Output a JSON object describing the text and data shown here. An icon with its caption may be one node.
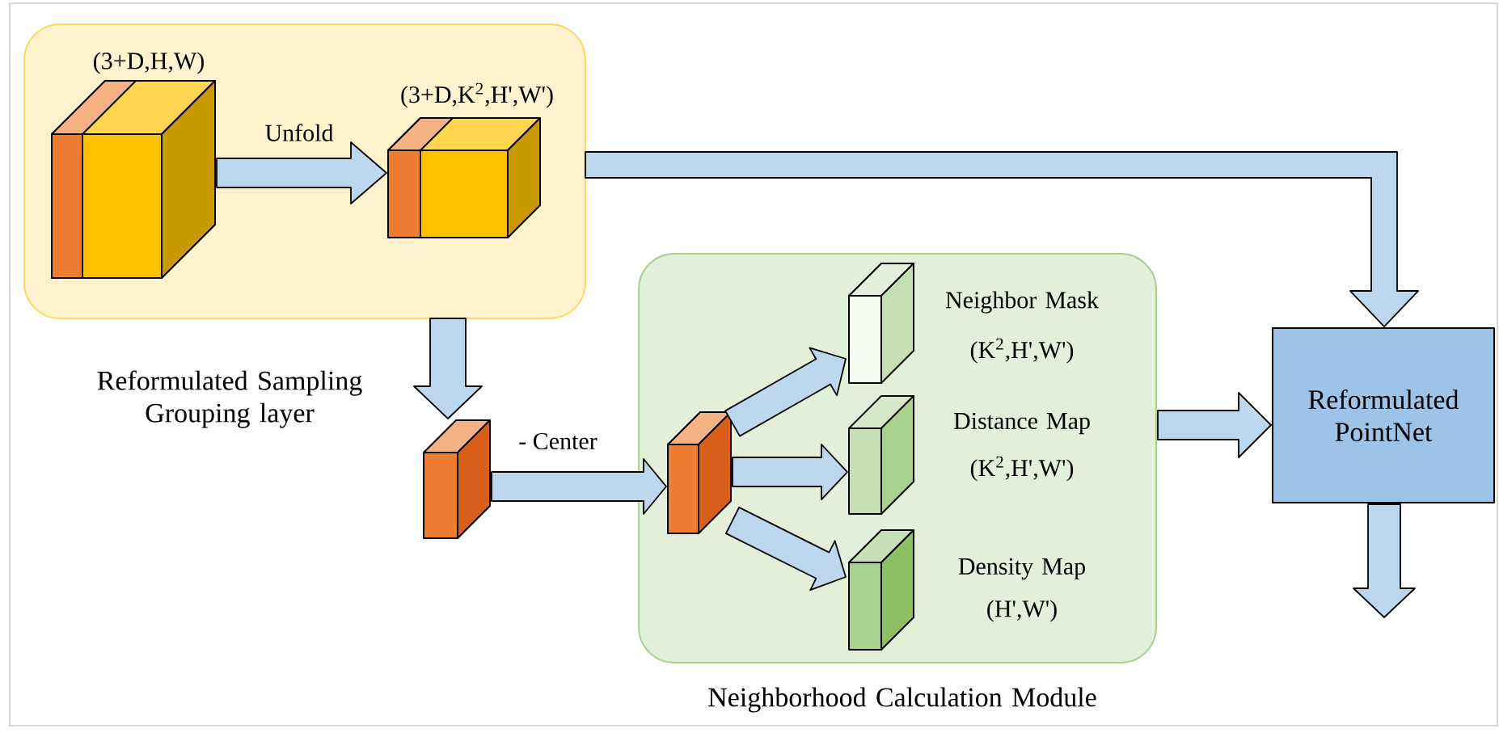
{
  "diagram": {
    "nodes": [
      {
        "text": [
          "Reformulated Sampling Grouping layer"
        ]
      },
      {
        "text": [
          "(3+D,H,W)"
        ],
        "in": 0
      },
      {
        "text": [
          "(3+D,K$^{2}$,H',W')"
        ],
        "in": 0
      },
      {
        "text": [],
        "shape": "box"
      },
      {
        "text": [
          "Neighborhood Calculation Module"
        ]
      },
      {
        "text": [],
        "shape": "box",
        "in": 4
      },
      {
        "text": [
          "Neighbor Mask",
          "(K$^{2}$,H',W')"
        ],
        "in": 4
      },
      {
        "text": [
          "Distance Map",
          "(K$^{2}$,H',W')"
        ],
        "in": 4
      },
      {
        "text": [
          "Density Map",
          "(H',W')"
        ],
        "in": 4
      },
      {
        "text": [
          "Reformulated PointNet"
        ]
      }
    ],
    "edges": [
      {
        "from": 1,
        "to": 2,
        "arrow": "to",
        "label": "Unfold"
      },
      {
        "from": 0,
        "to": 9,
        "arrow": "to"
      },
      {
        "from": 0,
        "to": 3,
        "arrow": "to"
      },
      {
        "from": 3,
        "to": 5,
        "arrow": "to",
        "label": "- Center"
      },
      {
        "from": 5,
        "to": 6,
        "arrow": "to"
      },
      {
        "from": 5,
        "to": 7,
        "arrow": "to"
      },
      {
        "from": 5,
        "to": 8,
        "arrow": "to"
      },
      {
        "from": 4,
        "to": 9,
        "arrow": "to"
      },
      {
        "from": 9,
        "to": null,
        "arrow": "to"
      }
    ]
  }
}
